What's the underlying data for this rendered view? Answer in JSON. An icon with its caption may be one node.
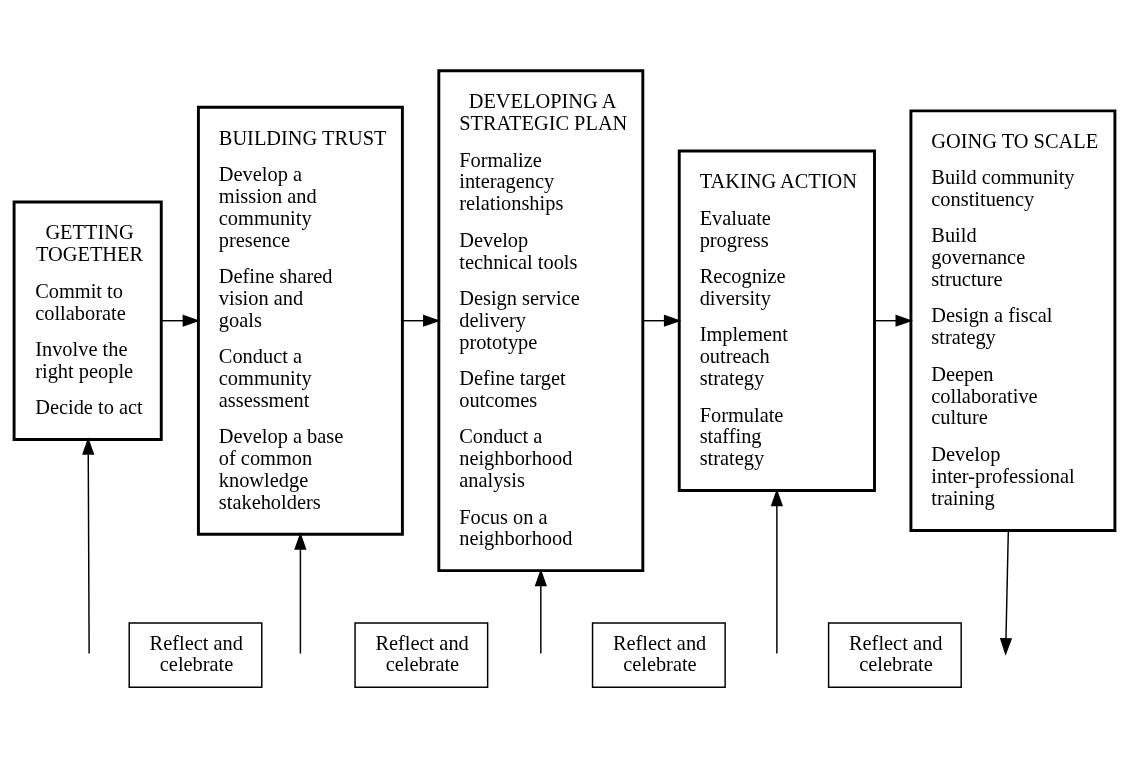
{
  "diagram": {
    "nodes": [
      {
        "text": [
          "GETTING TOGETHER",
          "Commit to collaborate",
          "Involve the right people",
          "Decide to act"
        ]
      },
      {
        "text": [
          "BUILDING TRUST",
          "Develop a mission and community presence",
          "Define shared vision and goals",
          "Conduct a community assessment",
          "Develop a base of common knowledge stakeholders"
        ]
      },
      {
        "text": [
          "DEVELOPING A STRATEGIC PLAN",
          "Formalize interagency relationships",
          "Develop technical tools",
          "Design service delivery prototype",
          "Define target outcomes",
          "Conduct a neighborhood analysis",
          "Focus on a neighborhood"
        ]
      },
      {
        "text": [
          "TAKING ACTION",
          "Evaluate progress",
          "Recognize diversity",
          "Implement outreach strategy",
          "Formulate staffing strategy"
        ]
      },
      {
        "text": [
          "GOING TO SCALE",
          "Build community constituency",
          "Build governance structure",
          "Design a fiscal strategy",
          "Deepen collaborative culture",
          "Develop inter-professional training"
        ]
      },
      {
        "text": [
          "Reflect and celebrate"
        ]
      },
      {
        "text": [
          "Reflect and celebrate"
        ]
      },
      {
        "text": [
          "Reflect and celebrate"
        ]
      },
      {
        "text": [
          "Reflect and celebrate"
        ]
      }
    ],
    "edges": [
      {
        "from": 0,
        "to": 1,
        "arrow": "to"
      },
      {
        "from": 1,
        "to": 2,
        "arrow": "to"
      },
      {
        "from": 2,
        "to": 3,
        "arrow": "to"
      },
      {
        "from": 3,
        "to": 4,
        "arrow": "to"
      },
      {
        "from": null,
        "to": 0,
        "arrow": "to"
      },
      {
        "from": null,
        "to": 1,
        "arrow": "to"
      },
      {
        "from": null,
        "to": 2,
        "arrow": "to"
      },
      {
        "from": null,
        "to": 3,
        "arrow": "to"
      },
      {
        "from": 4,
        "to": null,
        "arrow": "to"
      }
    ]
  }
}
